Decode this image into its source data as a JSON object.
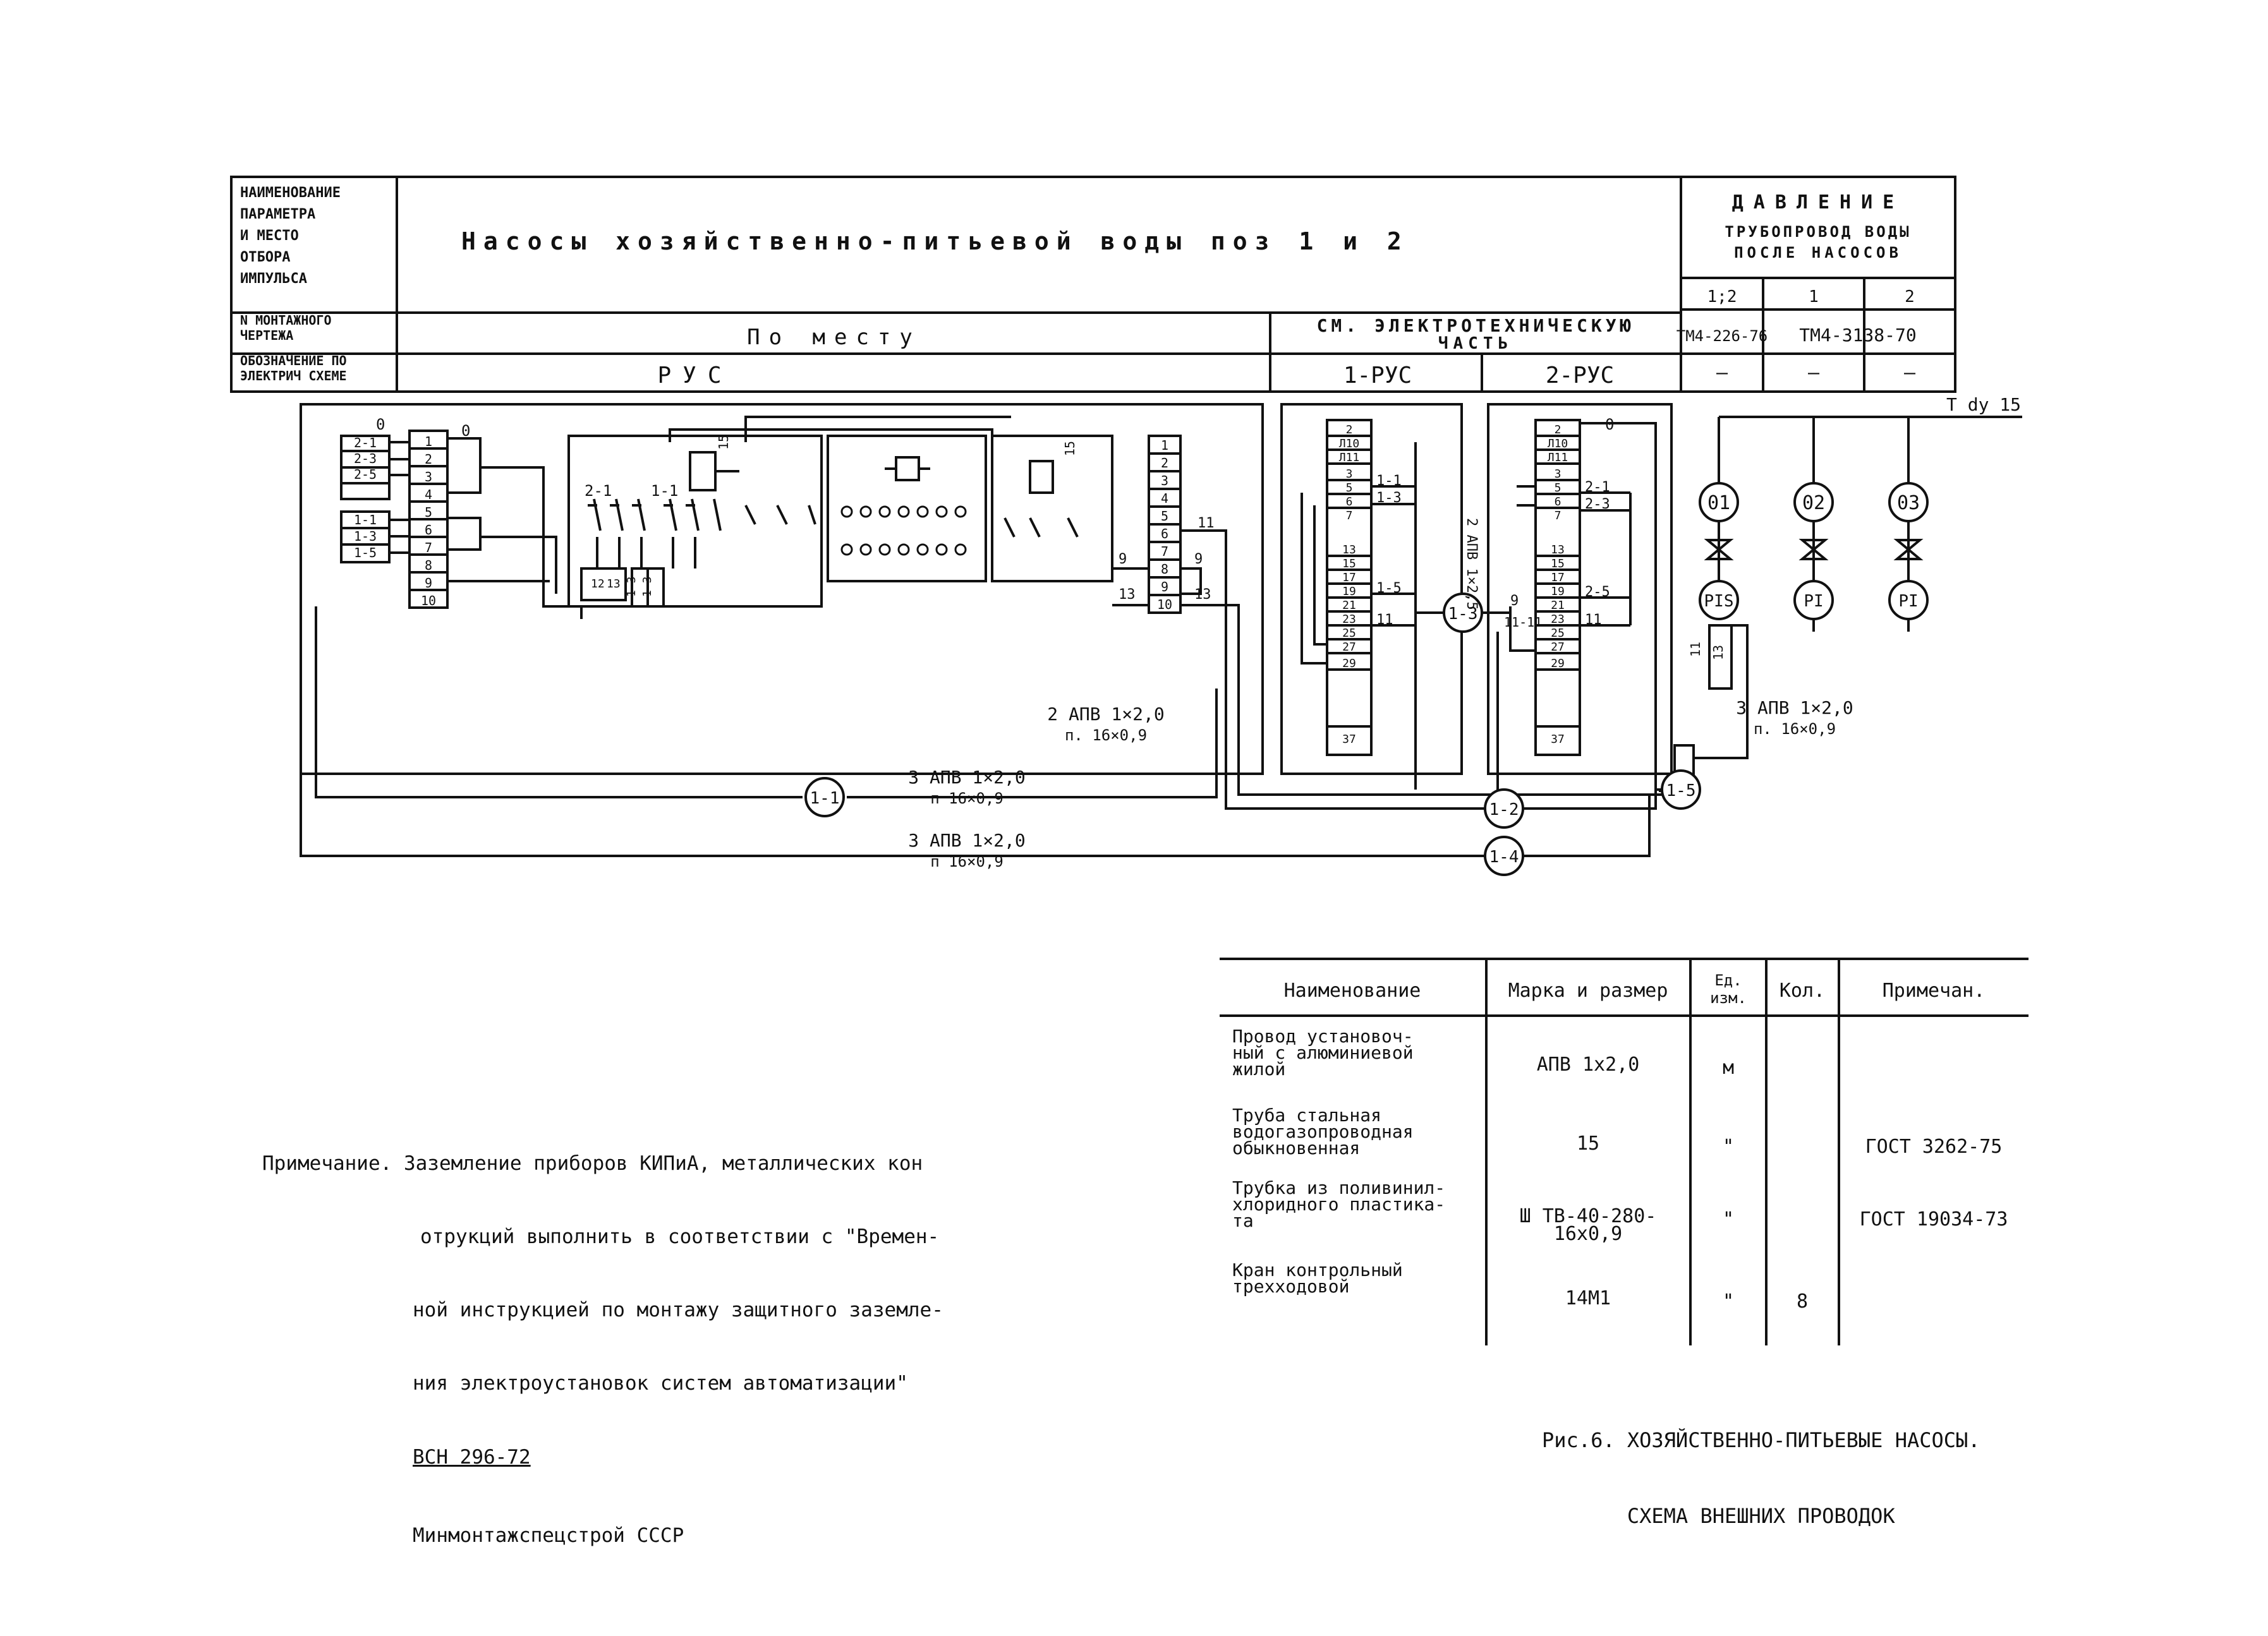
{
  "header": {
    "row_labels": {
      "param": [
        "НАИМЕНОВАНИЕ",
        "ПАРАМЕТРА",
        "И МЕСТО",
        "ОТБОРА",
        "ИМПУЛЬСА"
      ],
      "montage": [
        "N МОНТАЖНОГО",
        "ЧЕРТЕЖА"
      ],
      "designation": [
        "ОБОЗНАЧЕНИЕ ПО",
        "ЭЛЕКТРИЧ СХЕМЕ"
      ]
    },
    "title": "Насосы хозяйственно-питьевой воды поз 1 и 2",
    "montage_local": "По месту",
    "montage_see_lines": [
      "СМ. ЭЛЕКТРОТЕХНИЧЕСКУЮ",
      "ЧАСТЬ"
    ],
    "rus": "РУС",
    "rus1": "1-РУС",
    "rus2": "2-РУС",
    "pressure": "ДАВЛЕНИЕ",
    "pipeline": [
      "ТРУБОПРОВОД ВОДЫ",
      "ПОСЛЕ НАСОСОВ"
    ],
    "col_nums": [
      "1;2",
      "1",
      "2"
    ],
    "drawing_nums": [
      "ТМ4-226-76",
      "ТМ4-3138-70"
    ],
    "dashes": [
      "—",
      "—",
      "—"
    ]
  },
  "diagram": {
    "terminal_left": [
      "1",
      "2",
      "3",
      "4",
      "5",
      "6",
      "7",
      "8",
      "9",
      "10"
    ],
    "left_wire_labels": [
      "2-1",
      "2-3",
      "2-5",
      "1-1",
      "1-3",
      "1-5"
    ],
    "zero_labels": [
      "0",
      "0",
      "0"
    ],
    "relay_labels": [
      "2-1",
      "1-1"
    ],
    "rus_numbers": [
      "15",
      "15",
      "9",
      "13",
      "11",
      "9",
      "13"
    ],
    "bottom_terminal_labels": [
      "12",
      "13",
      "1-3",
      "1-3"
    ],
    "terminal_right": [
      "1",
      "2",
      "3",
      "4",
      "5",
      "6",
      "7",
      "8",
      "9",
      "10"
    ],
    "panel1_terms": [
      "2",
      "Л10",
      "Л11",
      "3",
      "5",
      "6",
      "7",
      "13",
      "15",
      "17",
      "19",
      "21",
      "23",
      "25",
      "27",
      "29",
      "37"
    ],
    "panel1_wires": [
      "1-1",
      "1-3",
      "1-5",
      "11"
    ],
    "panel2_terms": [
      "2",
      "Л10",
      "Л11",
      "3",
      "5",
      "6",
      "7",
      "13",
      "15",
      "17",
      "19",
      "21",
      "23",
      "25",
      "27",
      "29",
      "37"
    ],
    "panel2_wires": [
      "2-1",
      "2-3",
      "2-5",
      "11",
      "11-11",
      "9"
    ],
    "riser_cable": "2 АПВ 1×2,5",
    "instruments": [
      "01",
      "02",
      "03"
    ],
    "instrument_types": [
      "PIS",
      "PI",
      "PI"
    ],
    "pipe_label": "Т dy 15",
    "hose_labels": [
      "11",
      "13"
    ],
    "cable_markers": [
      "1-1",
      "1-2",
      "1-3",
      "1-4",
      "1-5"
    ],
    "cables": [
      {
        "spec": "2 АПВ 1×2,0",
        "sub": "п. 16×0,9"
      },
      {
        "spec": "3 АПВ 1×2,0",
        "sub": "п 16×0,9"
      },
      {
        "spec": "3 АПВ 1×2,0",
        "sub": "п 16×0,9"
      },
      {
        "spec": "3 АПВ 1×2,0",
        "sub": "п. 16×0,9"
      }
    ]
  },
  "note": {
    "lines": [
      "Примечание. Заземление приборов КИПиА, металлических кон",
      "отрукций выполнить в соответствии с \"Времен-",
      "ной инструкцией по монтажу защитного заземле-",
      "ния электроустановок систем автоматизации\"",
      "ВСН 296-72",
      "Минмонтажспецстрой СССР"
    ]
  },
  "spec_table": {
    "headers": [
      "Наименование",
      "Марка и размер",
      "Ед. изм.",
      "Кол.",
      "Примечан."
    ],
    "rows": [
      {
        "name": [
          "Провод установоч-",
          "ный с алюминиевой",
          "жилой"
        ],
        "mark": [
          "АПВ 1х2,0"
        ],
        "unit": "м",
        "qty": "",
        "note": ""
      },
      {
        "name": [
          "Труба стальная",
          "водогазопроводная",
          "обыкновенная"
        ],
        "mark": [
          "15"
        ],
        "unit": "\"",
        "qty": "",
        "note": "ГОСТ 3262-75"
      },
      {
        "name": [
          "Трубка из поливинил-",
          "хлоридного пластика-",
          "та"
        ],
        "mark": [
          "Ш ТВ-40-280-",
          "16х0,9"
        ],
        "unit": "\"",
        "qty": "",
        "note": "ГОСТ 19034-73"
      },
      {
        "name": [
          "Кран контрольный",
          "трехходовой"
        ],
        "mark": [
          "14М1"
        ],
        "unit": "\"",
        "qty": "8",
        "note": ""
      }
    ]
  },
  "caption": [
    "Рис.6. ХОЗЯЙСТВЕННО-ПИТЬЕВЫЕ НАСОСЫ.",
    "СХЕМА ВНЕШНИХ ПРОВОДОК"
  ]
}
